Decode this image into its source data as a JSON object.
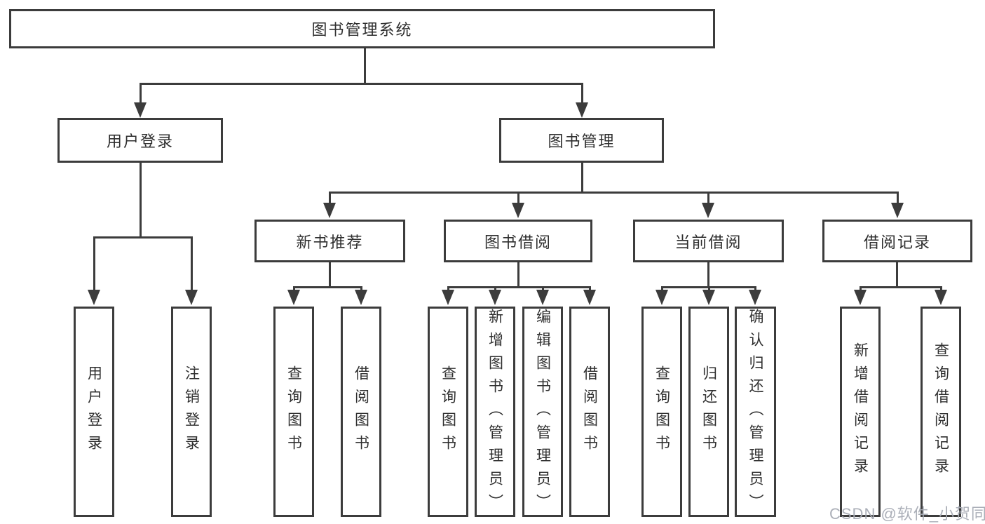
{
  "watermark": "CSDN @软件_小贺同学",
  "colors": {
    "line": "#3c3c3c",
    "text": "#2f2f2f",
    "watermark": "#a6abb4",
    "background": "#ffffff"
  },
  "tree": {
    "label": "图书管理系统",
    "children": [
      {
        "label": "用户登录",
        "children": [
          {
            "label": "用户登录"
          },
          {
            "label": "注销登录"
          }
        ]
      },
      {
        "label": "图书管理",
        "children": [
          {
            "label": "新书推荐",
            "children": [
              {
                "label": "查询图书"
              },
              {
                "label": "借阅图书"
              }
            ]
          },
          {
            "label": "图书借阅",
            "children": [
              {
                "label": "查询图书"
              },
              {
                "label": "新增图书（管理员）"
              },
              {
                "label": "编辑图书（管理员）"
              },
              {
                "label": "借阅图书"
              }
            ]
          },
          {
            "label": "当前借阅",
            "children": [
              {
                "label": "查询图书"
              },
              {
                "label": "归还图书"
              },
              {
                "label": "确认归还（管理员）"
              }
            ]
          },
          {
            "label": "借阅记录",
            "children": [
              {
                "label": "新增借阅记录"
              },
              {
                "label": "查询借阅记录"
              }
            ]
          }
        ]
      }
    ]
  }
}
